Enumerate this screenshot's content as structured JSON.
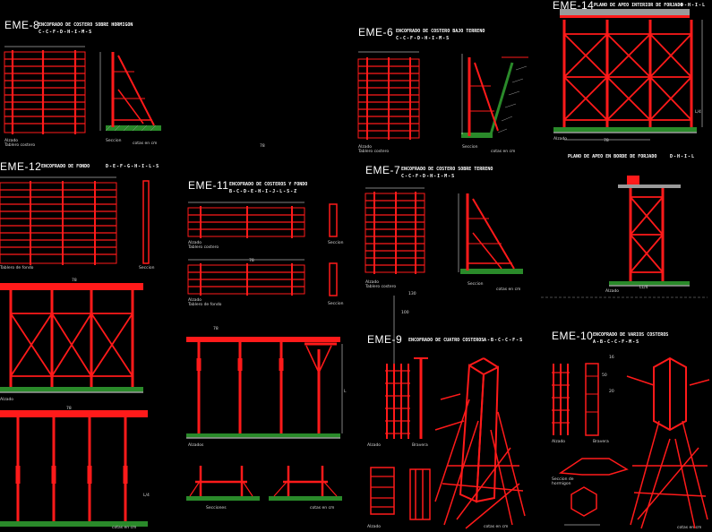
{
  "colors": {
    "background": "#000000",
    "formwork": "#ff1a1a",
    "dimension": "#ffffff",
    "ground": "#2a8a2a",
    "ground_hatch": "#9a9a9a",
    "text": "#ffffff"
  },
  "sheets": {
    "eme8": {
      "code": "EME-8",
      "subtitle": "ENCOFRADO DE COSTERO SOBRE HORMIGON",
      "sequence": "C-C-F-D-H-I-M-S",
      "labels": {
        "elevation": "Alzado",
        "elevation_sub": "Tablero costero",
        "section": "Seccion",
        "units": "cotas en cm"
      }
    },
    "eme6": {
      "code": "EME-6",
      "subtitle": "ENCOFRADO DE COSTERO BAJO TERRENO",
      "sequence": "C-C-F-D-H-I-M-S",
      "labels": {
        "elevation": "Alzado",
        "elevation_sub": "Tablero costero",
        "section": "Seccion",
        "units": "cotas en cm"
      }
    },
    "eme14": {
      "code": "EME-14",
      "subtitle": "PLANO DE APEO INTERIOR DE FORJADO",
      "sequence": "D-H-I-L",
      "labels": {
        "elevation": "Alzado"
      }
    },
    "eme12": {
      "code": "EME-12",
      "subtitle": "ENCOFRADO DE FONDO",
      "sequence": "D-E-F-G-H-I-L-S",
      "labels": {
        "board": "Tablero de fondo",
        "section": "Seccion",
        "elevation": "Alzado",
        "units": "cotas en cm"
      }
    },
    "eme11": {
      "code": "EME-11",
      "subtitle": "ENCOFRADO DE COSTEROS Y FONDO",
      "sequence": "B-C-D-E-H-I-J-L-S-Z",
      "labels": {
        "elev1": "Alzado",
        "elev1_sub": "Tablero costero",
        "sec1": "Seccion",
        "elev2": "Alzado",
        "elev2_sub": "Tablero de fondo",
        "sec2": "Seccion",
        "detail": "Alzados",
        "sections": "Secciones",
        "units": "cotas en cm"
      }
    },
    "eme7": {
      "code": "EME-7",
      "subtitle": "ENCOFRADO DE COSTERO SOBRE TERRENO",
      "sequence": "C-C-F-D-H-I-M-S",
      "labels": {
        "elevation": "Alzado",
        "elevation_sub": "Tablero costero",
        "section": "Seccion",
        "units": "cotas en cm"
      }
    },
    "edge": {
      "subtitle": "PLANO DE APEO EN BORDE DE FORJADO",
      "sequence": "D-H-I-L",
      "labels": {
        "elevation": "Alzado"
      }
    },
    "eme9": {
      "code": "EME-9",
      "subtitle": "ENCOFRADO DE CUATRO COSTEROS",
      "sequence": "A-B-C-C-F-S",
      "labels": {
        "elevation": "Alzado",
        "side": "Bravera",
        "plan": "Alzado",
        "units": "cotas en cm"
      }
    },
    "eme10": {
      "code": "EME-10",
      "subtitle": "ENCOFRADO DE VARIOS COSTEROS",
      "sequence": "A-B-C-C-F-M-S",
      "labels": {
        "elevation": "Alzado",
        "side": "Bravera",
        "section": "Seccion de hormigon",
        "units": "cotas en cm"
      }
    }
  },
  "dims": [
    "78",
    "78",
    "78",
    "78",
    "78",
    "78",
    "L",
    "L/4",
    "L/4",
    "LL/4",
    "130",
    "100",
    "50",
    "16",
    "20"
  ]
}
